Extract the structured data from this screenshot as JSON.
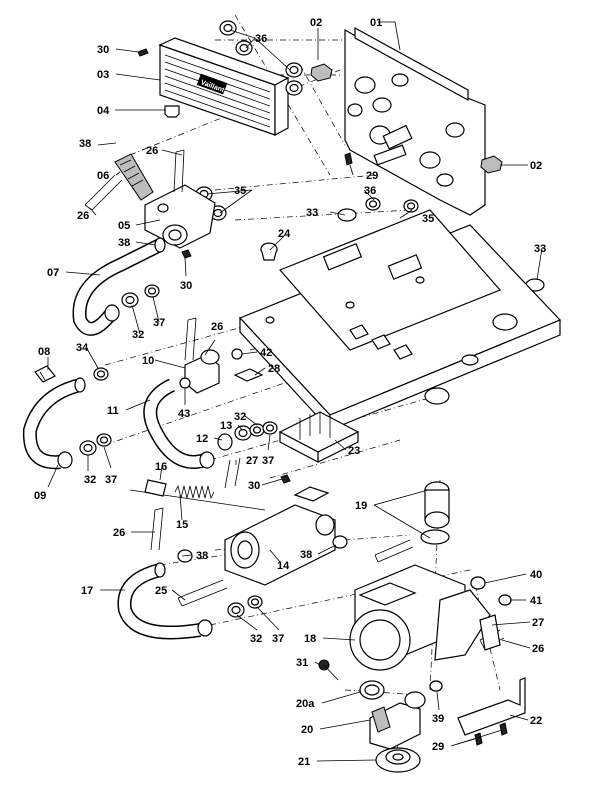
{
  "brand_text": "Vaillant",
  "callouts": [
    {
      "id": "c01",
      "text": "01"
    },
    {
      "id": "c02a",
      "text": "02"
    },
    {
      "id": "c02b",
      "text": "02"
    },
    {
      "id": "c03",
      "text": "03"
    },
    {
      "id": "c04",
      "text": "04"
    },
    {
      "id": "c05",
      "text": "05"
    },
    {
      "id": "c06",
      "text": "06"
    },
    {
      "id": "c07",
      "text": "07"
    },
    {
      "id": "c08",
      "text": "08"
    },
    {
      "id": "c09",
      "text": "09"
    },
    {
      "id": "c10",
      "text": "10"
    },
    {
      "id": "c11",
      "text": "11"
    },
    {
      "id": "c12",
      "text": "12"
    },
    {
      "id": "c13",
      "text": "13"
    },
    {
      "id": "c14",
      "text": "14"
    },
    {
      "id": "c15",
      "text": "15"
    },
    {
      "id": "c16",
      "text": "16"
    },
    {
      "id": "c17",
      "text": "17"
    },
    {
      "id": "c18",
      "text": "18"
    },
    {
      "id": "c19",
      "text": "19"
    },
    {
      "id": "c20a",
      "text": "20a"
    },
    {
      "id": "c20",
      "text": "20"
    },
    {
      "id": "c21",
      "text": "21"
    },
    {
      "id": "c22",
      "text": "22"
    },
    {
      "id": "c23",
      "text": "23"
    },
    {
      "id": "c24",
      "text": "24"
    },
    {
      "id": "c25",
      "text": "25"
    },
    {
      "id": "c26a",
      "text": "26"
    },
    {
      "id": "c26b",
      "text": "26"
    },
    {
      "id": "c26c",
      "text": "26"
    },
    {
      "id": "c26d",
      "text": "26"
    },
    {
      "id": "c26e",
      "text": "26"
    },
    {
      "id": "c27a",
      "text": "27"
    },
    {
      "id": "c27b",
      "text": "27"
    },
    {
      "id": "c28",
      "text": "28"
    },
    {
      "id": "c29a",
      "text": "29"
    },
    {
      "id": "c29b",
      "text": "29"
    },
    {
      "id": "c30a",
      "text": "30"
    },
    {
      "id": "c30b",
      "text": "30"
    },
    {
      "id": "c30c",
      "text": "30"
    },
    {
      "id": "c31",
      "text": "31"
    },
    {
      "id": "c32a",
      "text": "32"
    },
    {
      "id": "c32b",
      "text": "32"
    },
    {
      "id": "c32c",
      "text": "32"
    },
    {
      "id": "c32d",
      "text": "32"
    },
    {
      "id": "c33a",
      "text": "33"
    },
    {
      "id": "c33b",
      "text": "33"
    },
    {
      "id": "c34",
      "text": "34"
    },
    {
      "id": "c35a",
      "text": "35"
    },
    {
      "id": "c35b",
      "text": "35"
    },
    {
      "id": "c36a",
      "text": "36"
    },
    {
      "id": "c36b",
      "text": "36"
    },
    {
      "id": "c37a",
      "text": "37"
    },
    {
      "id": "c37b",
      "text": "37"
    },
    {
      "id": "c37c",
      "text": "37"
    },
    {
      "id": "c37d",
      "text": "37"
    },
    {
      "id": "c38a",
      "text": "38"
    },
    {
      "id": "c38b",
      "text": "38"
    },
    {
      "id": "c38c",
      "text": "38"
    },
    {
      "id": "c38d",
      "text": "38"
    },
    {
      "id": "c39",
      "text": "39"
    },
    {
      "id": "c40",
      "text": "40"
    },
    {
      "id": "c41",
      "text": "41"
    },
    {
      "id": "c42",
      "text": "42"
    },
    {
      "id": "c43",
      "text": "43"
    }
  ]
}
